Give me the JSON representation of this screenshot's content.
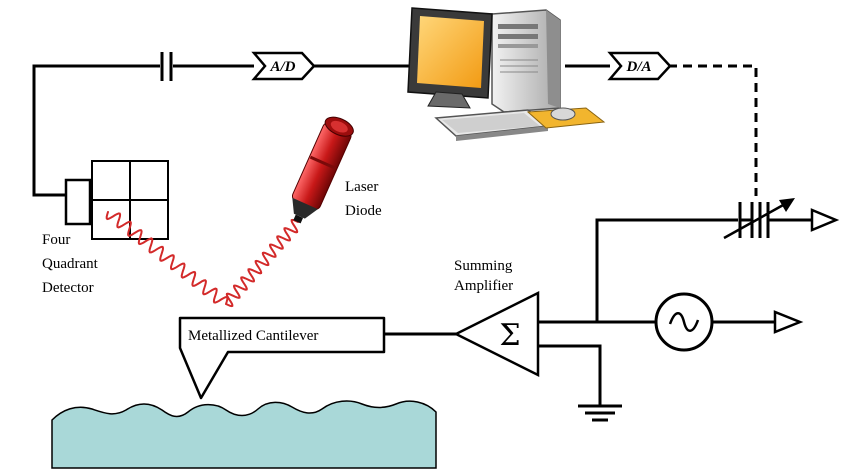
{
  "labels": {
    "four_quadrant_detector": [
      "Four",
      "Quadrant",
      "Detector"
    ],
    "laser_diode": [
      "Laser",
      "Diode"
    ],
    "cantilever": "Metallized Cantilever",
    "summing_amplifier": [
      "Summing",
      "Amplifier"
    ]
  },
  "converters": {
    "adc": "A/D",
    "dac": "D/A"
  },
  "amplifier_symbol": "Σ",
  "colors": {
    "laser_beam": "#d32a2a",
    "laser_body": "#c81818",
    "sample_surface": "#a9d8d8",
    "monitor_screen": "#f7a920",
    "mouse_pad": "#f2b52e",
    "wire": "#000000"
  },
  "icons": [
    "computer-icon",
    "monitor-icon",
    "keyboard-icon",
    "mouse-icon",
    "tower-icon",
    "capacitor-icon",
    "varactor-icon",
    "ac-source-icon",
    "ground-icon",
    "output-arrow-icon"
  ]
}
